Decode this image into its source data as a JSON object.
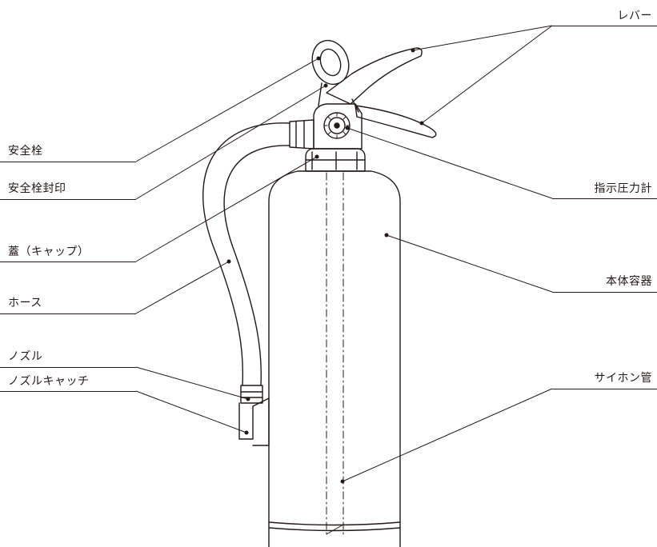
{
  "labels": {
    "lever": "レバー",
    "safety_pin": "安全栓",
    "safety_pin_seal": "安全栓封印",
    "cap": "蓋（キャップ）",
    "hose": "ホース",
    "nozzle": "ノズル",
    "nozzle_catch": "ノズルキャッチ",
    "pressure_gauge": "指示圧力計",
    "body_container": "本体容器",
    "siphon_tube": "サイホン管"
  },
  "colors": {
    "line": "#231815",
    "background": "#ffffff"
  }
}
